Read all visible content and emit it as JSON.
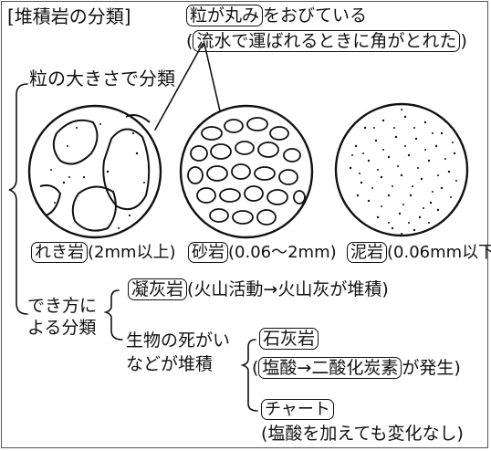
{
  "title": "[堆積岩の分類]",
  "rounded_note": {
    "boxed_text": "粒が丸み",
    "text": "をおびている",
    "reason_paren_open": "(",
    "reason_boxed": "流水で運ばれるときに角がとれた",
    "reason_paren_close": ")"
  },
  "by_grain_size": {
    "label": "粒の大きさで分類",
    "rocks": [
      {
        "name": "れき岩",
        "range": "(2mm以上)"
      },
      {
        "name": "砂岩",
        "range": "(0.06～2mm)"
      },
      {
        "name": "泥岩",
        "range": "(0.06mm以下)"
      }
    ]
  },
  "by_formation": {
    "label_line1": "でき方に",
    "label_line2": "よる分類",
    "volcanic": {
      "name": "凝灰岩",
      "note": "(火山活動→火山灰が堆積)"
    },
    "biological": {
      "label_line1": "生物の死がい",
      "label_line2": "などが堆積",
      "limestone": {
        "name": "石灰岩",
        "note_open": "(",
        "note_boxed": "塩酸→二酸化炭素",
        "note_close": "が発生)"
      },
      "chert": {
        "name": "チャート",
        "note": "(塩酸を加えても変化なし)"
      }
    }
  }
}
